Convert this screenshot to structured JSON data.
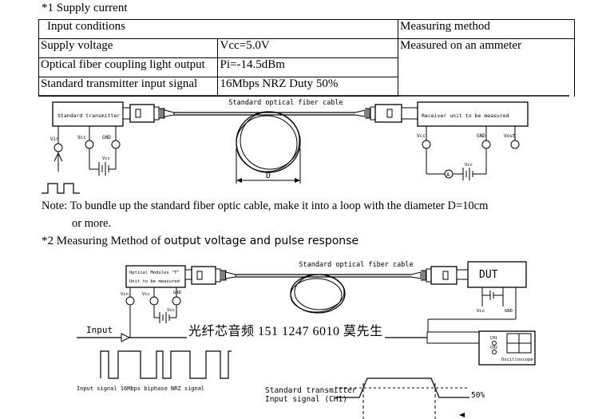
{
  "section1": {
    "heading": "*1 Supply current",
    "table": {
      "header_conditions": "Input conditions",
      "header_method": "Measuring method",
      "rows": [
        {
          "label": "Supply voltage",
          "value": "Vcc=5.0V"
        },
        {
          "label": "Optical fiber coupling light output",
          "value": "Pi=-14.5dBm"
        },
        {
          "label": "Standard transmitter input signal",
          "value": "16Mbps NRZ Duty 50%"
        }
      ],
      "method": "Measured on an ammeter"
    },
    "diagram": {
      "cable_label": "Standard optical fiber cable",
      "transmitter_label": "Standard transmitter",
      "receiver_label": "Receiver unit to be measured",
      "vin": "Vin",
      "vcc": "Vcc",
      "gnd": "GND",
      "vout": "Vout",
      "vcc_supply": "Vcc",
      "diameter": "D",
      "ammeter": "A"
    }
  },
  "note": {
    "line1": "Note: To bundle up the standard fiber optic cable, make it into a loop with the diameter D=10cm",
    "line2": "or more."
  },
  "section2": {
    "heading_serif": "*2 Measuring Method of ",
    "heading_sans": "output voltage and pulse response",
    "diagram": {
      "cable_label": "Standard optical fiber cable",
      "module_line1": "Optical Modules \"T\"",
      "module_line2": "Unit to be measured",
      "dut": "DUT",
      "vin": "Vin",
      "vcc": "Vcc",
      "gnd": "GND",
      "vcc_supply": "Vcc",
      "input_label": "Input",
      "ch1": "CH1",
      "ch2": "CH2",
      "oscilloscope": "Oscilloscope",
      "watermark": "光纤芯音频 151 1247 6010 莫先生",
      "signal_caption": "Input signal 16Mbps biphase NRZ signal",
      "timing_label_line1": "Standard transmitter",
      "timing_label_line2": "Input signal (CH1)",
      "timing_level": "50%"
    }
  }
}
